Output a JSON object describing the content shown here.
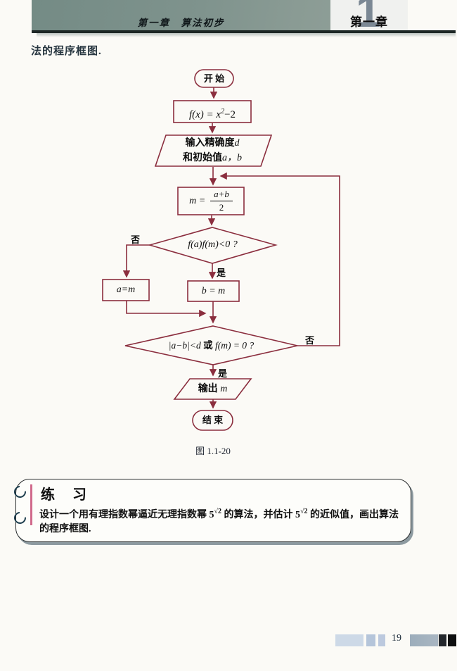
{
  "header": {
    "running_title": "第一章　算法初步",
    "tab_number": "1",
    "tab_label": "第一章"
  },
  "intro": "法的程序框图.",
  "flowchart": {
    "start": "开 始",
    "fx": {
      "pre": "f(x) = x",
      "sup": "2",
      "post": "−2"
    },
    "input_line1": {
      "text": "输入精确度",
      "var": "d"
    },
    "input_line2": {
      "text": "和初始值",
      "var": "a，b"
    },
    "assign_m": {
      "lhs": "m =",
      "num": "a+b",
      "den": "2"
    },
    "cond1": "f(a)f(m)<0 ?",
    "no": "否",
    "yes": "是",
    "assign_a": "a=m",
    "assign_b": "b = m",
    "cond2": {
      "p1": "|a−b|<d ",
      "p2": "或",
      "p3": " f(m) = 0 ?"
    },
    "output": {
      "text": "输出 ",
      "var": "m"
    },
    "end": "结 束",
    "caption": "图 1.1-20"
  },
  "exercise": {
    "title": "练 习",
    "body": {
      "p1": "设计一个用有理指数幂逼近无理指数幂 5",
      "sup1": "√2",
      "p2": " 的算法，并估计 5",
      "sup2": "√2",
      "p3": " 的近似值，画出算法的程序框图."
    }
  },
  "footer": {
    "page": "19"
  },
  "colors": {
    "flow_stroke": "#8b2e3e",
    "band": "#7f938d",
    "band_underline": "#1d2725",
    "accent_pink": "#d06a8c",
    "footer_blue_light": "#cdd9e7",
    "footer_blue_mid": "#b5c5da",
    "footer_gray_blue": "#a2b1bf",
    "footer_dark": "#17191c"
  }
}
